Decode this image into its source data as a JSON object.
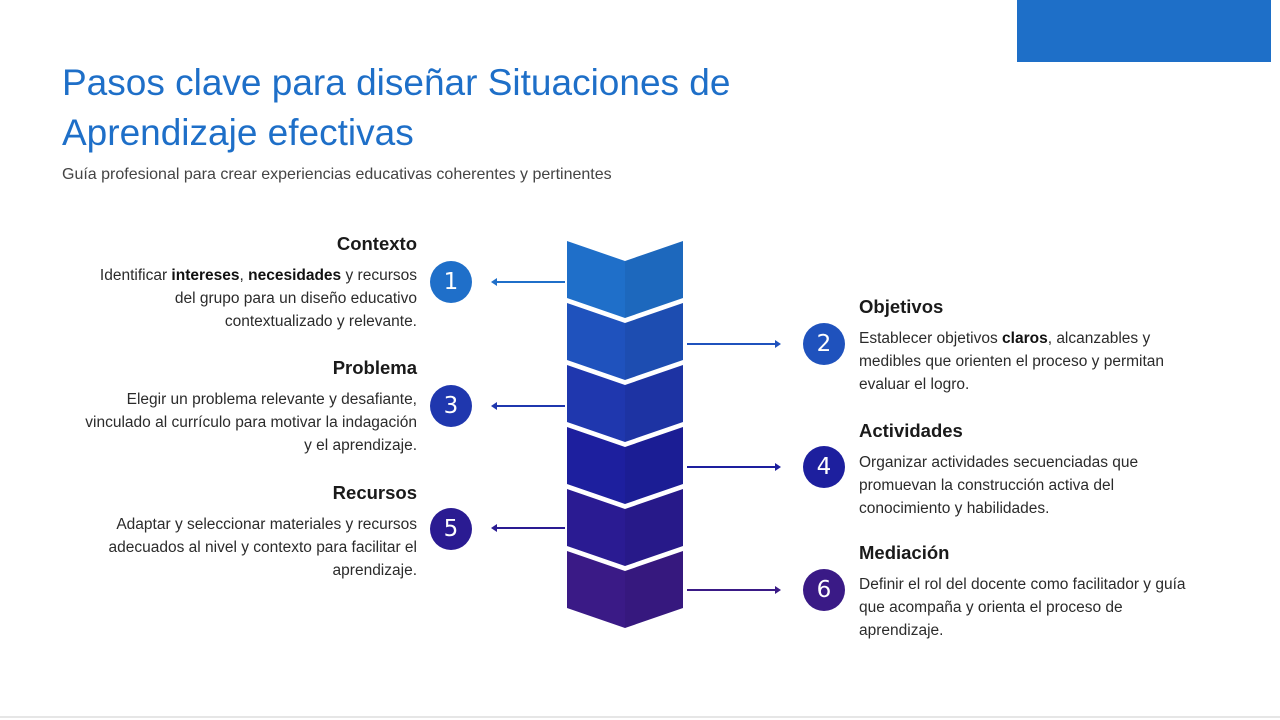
{
  "title": "Pasos clave para diseñar Situaciones de Aprendizaje efectivas",
  "subtitle": "Guía profesional para crear experiencias educativas coherentes y pertinentes",
  "colors": {
    "accent": "#1e6fc8",
    "corner": "#1e6fc8",
    "chevron": [
      "#1f6fc9",
      "#1f52bd",
      "#1f37ae",
      "#1d1f9e",
      "#2a1b92",
      "#3a1a86"
    ]
  },
  "steps": [
    {
      "number": "1",
      "title": "Contexto",
      "side": "left",
      "desc": [
        {
          "t": "Identificar "
        },
        {
          "t": "intereses",
          "b": true
        },
        {
          "t": ", "
        },
        {
          "t": "necesidades",
          "b": true
        },
        {
          "t": " y recursos del grupo para un diseño educativo contextualizado y relevante."
        }
      ]
    },
    {
      "number": "2",
      "title": "Objetivos",
      "side": "right",
      "desc": [
        {
          "t": "Establecer objetivos "
        },
        {
          "t": "claros",
          "b": true
        },
        {
          "t": ", alcanzables y medibles que orienten el proceso y permitan evaluar el logro."
        }
      ]
    },
    {
      "number": "3",
      "title": "Problema",
      "side": "left",
      "desc": [
        {
          "t": "Elegir un problema relevante y desafiante, vinculado al currículo para motivar la indagación y el aprendizaje."
        }
      ]
    },
    {
      "number": "4",
      "title": "Actividades",
      "side": "right",
      "desc": [
        {
          "t": "Organizar actividades secuenciadas que promuevan la construcción activa del conocimiento y habilidades."
        }
      ]
    },
    {
      "number": "5",
      "title": "Recursos",
      "side": "left",
      "desc": [
        {
          "t": "Adaptar y seleccionar materiales y recursos adecuados al nivel y contexto para facilitar el aprendizaje."
        }
      ]
    },
    {
      "number": "6",
      "title": "Mediación",
      "side": "right",
      "desc": [
        {
          "t": "Definir el rol del docente como facilitador y guía que acompaña y orienta el proceso de aprendizaje."
        }
      ]
    }
  ]
}
